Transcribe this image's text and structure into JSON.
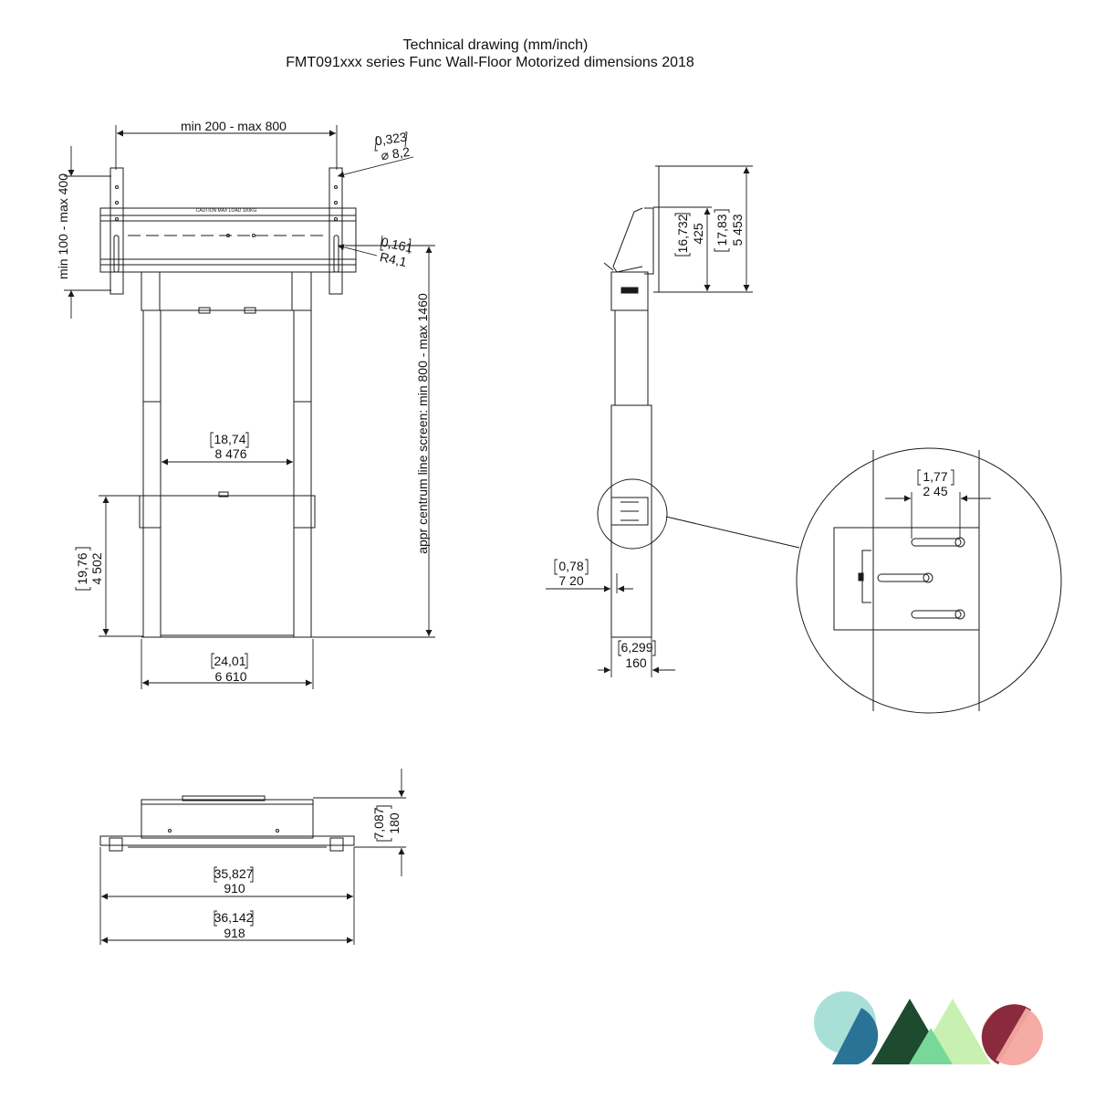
{
  "header": {
    "title_line1": "Technical drawing (mm/inch)",
    "title_line2": "FMT091xxx series Func Wall-Floor Motorized dimensions 2018"
  },
  "front_view": {
    "width_range": "min 200 - max 800",
    "height_range": "min 100 - max 400",
    "hole_inch": "0,323",
    "hole_mm": "⌀ 8,2",
    "radius_inch": "0,161",
    "radius_mm": "R4,1",
    "centre_line": "appr centrum line screen: min 800 - max 1460",
    "column_gap_inch": "18,74",
    "column_gap_mm": "8 476",
    "cabinet_height_inch": "19,76",
    "cabinet_height_mm": "4 502",
    "base_width_inch": "24,01",
    "base_width_mm": "6 610",
    "caution_text": "CAUTION MAX LOAD 100KG"
  },
  "side_view": {
    "bracket_height_inch": "16,732",
    "bracket_height_mm": "425",
    "total_height_inch": "17,83",
    "total_height_mm": "5 453",
    "offset_inch": "0,78",
    "offset_mm": "7 20",
    "column_width_inch": "6,299",
    "column_width_mm": "160"
  },
  "detail_view": {
    "slot_spacing_inch": "1,77",
    "slot_spacing_mm": "2 45"
  },
  "top_view": {
    "depth_inch": "7,087",
    "depth_mm": "180",
    "width1_inch": "35,827",
    "width1_mm": "910",
    "width2_inch": "36,142",
    "width2_mm": "918"
  },
  "colors": {
    "line": "#1a1a1a",
    "logo_teal_light": "#a8e0d8",
    "logo_blue": "#2a7396",
    "logo_dark_green": "#1e4a30",
    "logo_light_green": "#c8f0b0",
    "logo_mint": "#78d89a",
    "logo_maroon": "#8a2a3c",
    "logo_pink": "#f4a8a0"
  }
}
